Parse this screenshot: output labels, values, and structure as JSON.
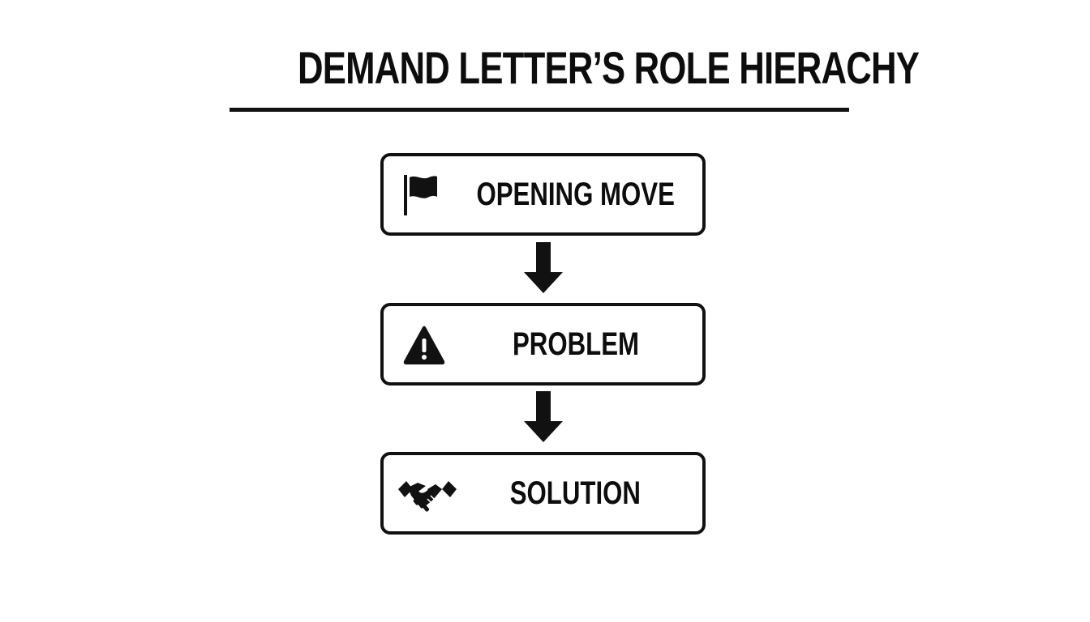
{
  "diagram": {
    "title": "DEMAND LETTER’S ROLE HIERACHY",
    "type": "vertical-flowchart",
    "colors": {
      "stroke": "#111111",
      "background": "#ffffff"
    },
    "steps": [
      {
        "label": "OPENING MOVE",
        "icon": "flag-icon"
      },
      {
        "label": "PROBLEM",
        "icon": "warning-triangle-icon"
      },
      {
        "label": "SOLUTION",
        "icon": "handshake-icon"
      }
    ],
    "connectors": [
      {
        "from": "OPENING MOVE",
        "to": "PROBLEM",
        "style": "down-arrow"
      },
      {
        "from": "PROBLEM",
        "to": "SOLUTION",
        "style": "down-arrow"
      }
    ]
  }
}
